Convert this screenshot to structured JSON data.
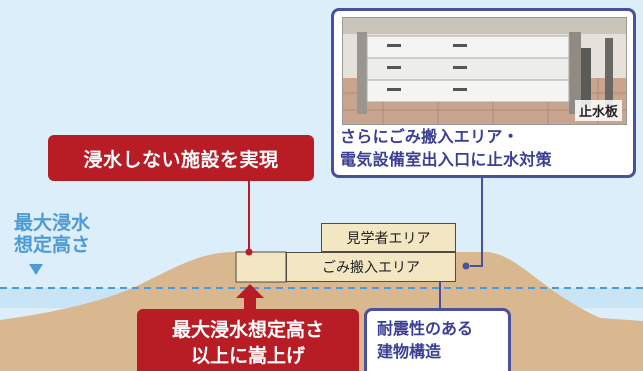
{
  "colors": {
    "sky": "#dceef9",
    "embankment": "#d9b78f",
    "water_band": "#c9e4f5",
    "water_line": "#4c9bd6",
    "red_callout": "#b81c25",
    "blue_border": "#4a4f9e",
    "building_fill": "#f3e7c3"
  },
  "labels": {
    "facility_no_flooding": "浸水しない施設を実現",
    "flood_level_line1": "最大浸水",
    "flood_level_line2": "想定高さ",
    "raised_line1": "最大浸水想定高さ",
    "raised_line2": "以上に嵩上げ"
  },
  "building": {
    "upper_area": "見学者エリア",
    "lower_area": "ごみ搬入エリア"
  },
  "photo_callout": {
    "photo_caption": "止水板",
    "text_line1": "さらにごみ搬入エリア・",
    "text_line2": "電気設備室出入口に止水対策"
  },
  "seismic_callout": {
    "line1": "耐震性のある",
    "line2": "建物構造"
  },
  "icons": {
    "flood_marker": "down-triangle",
    "raise_arrow": "up-arrow"
  }
}
